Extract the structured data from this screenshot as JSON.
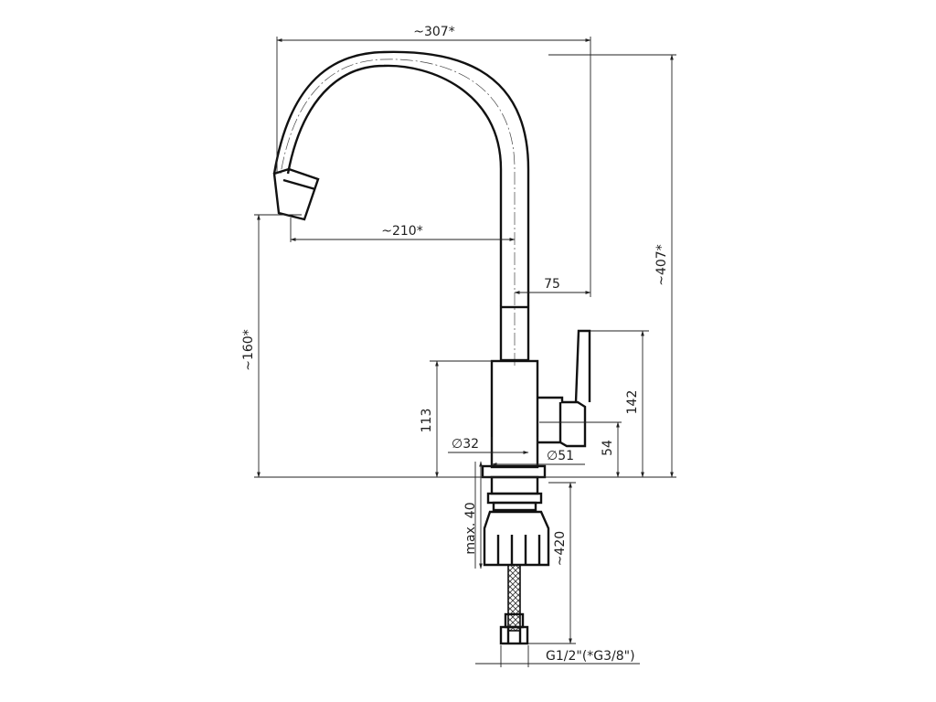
{
  "drawing": {
    "dimensions": {
      "overall_width": "~307*",
      "spout_reach": "~210*",
      "handle_offset": "75",
      "overall_height": "~407*",
      "spout_height": "~160*",
      "body_height": "113",
      "handle_height": "142",
      "handle_axis_height": "54",
      "spout_diameter": "32",
      "base_diameter": "51",
      "max_countertop": "max. 40",
      "hose_length": "~420",
      "connection_thread": "G1/2\"(*G3/8\")"
    },
    "diameter_symbol": "∅"
  }
}
